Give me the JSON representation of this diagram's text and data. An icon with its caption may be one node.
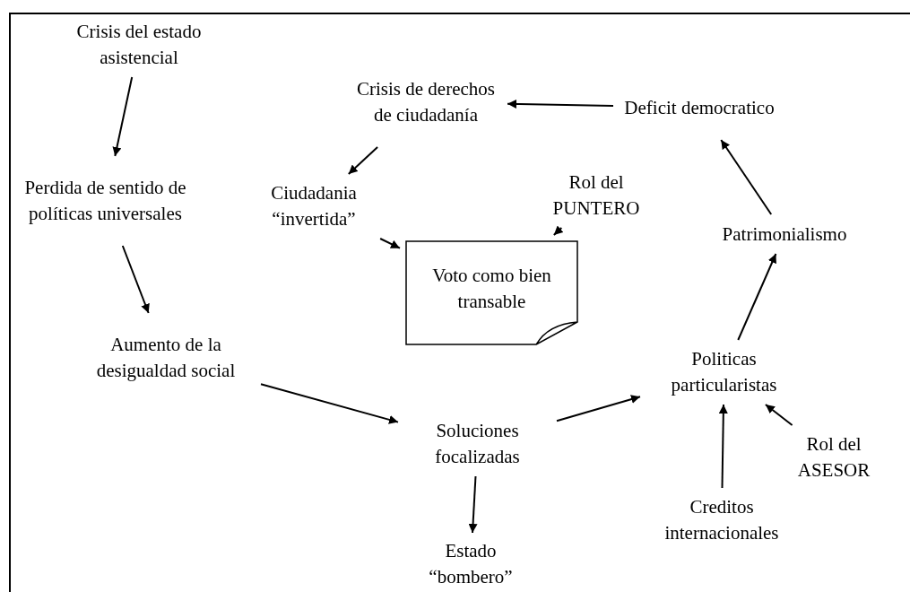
{
  "diagram": {
    "nodes": [
      {
        "text": [
          "Crisis del estado asistencial"
        ]
      },
      {
        "text": [
          "Crisis de derechos de ciudadanía"
        ]
      },
      {
        "text": [
          "Deficit democratico"
        ]
      },
      {
        "text": [
          "Perdida de sentido de políticas universales"
        ]
      },
      {
        "text": [
          "Ciudadania “invertida”"
        ]
      },
      {
        "text": [
          "Rol del PUNTERO"
        ]
      },
      {
        "text": [
          "Patrimonialismo"
        ]
      },
      {
        "text": [
          "Voto como bien transable"
        ]
      },
      {
        "text": [
          "Aumento de la desigualdad social"
        ]
      },
      {
        "text": [
          "Politicas particularistas"
        ]
      },
      {
        "text": [
          "Soluciones focalizadas"
        ]
      },
      {
        "text": [
          "Rol del ASESOR"
        ]
      },
      {
        "text": [
          "Creditos internacionales"
        ]
      },
      {
        "text": [
          "Estado “bombero”"
        ]
      }
    ],
    "edges": [
      {
        "from": 0,
        "to": 3,
        "arrow": "to"
      },
      {
        "from": 1,
        "to": 4,
        "arrow": "to"
      },
      {
        "from": 2,
        "to": 1,
        "arrow": "to"
      },
      {
        "from": 3,
        "to": 8,
        "arrow": "to"
      },
      {
        "from": 4,
        "to": 7,
        "arrow": "to"
      },
      {
        "from": 5,
        "to": 7,
        "arrow": "to"
      },
      {
        "from": 6,
        "to": 2,
        "arrow": "to"
      },
      {
        "from": 9,
        "to": 6,
        "arrow": "to"
      },
      {
        "from": 8,
        "to": 10,
        "arrow": "to"
      },
      {
        "from": 10,
        "to": 9,
        "arrow": "to"
      },
      {
        "from": 10,
        "to": 13,
        "arrow": "to"
      },
      {
        "from": 12,
        "to": 9,
        "arrow": "to"
      },
      {
        "from": 11,
        "to": 9,
        "arrow": "to"
      }
    ]
  }
}
